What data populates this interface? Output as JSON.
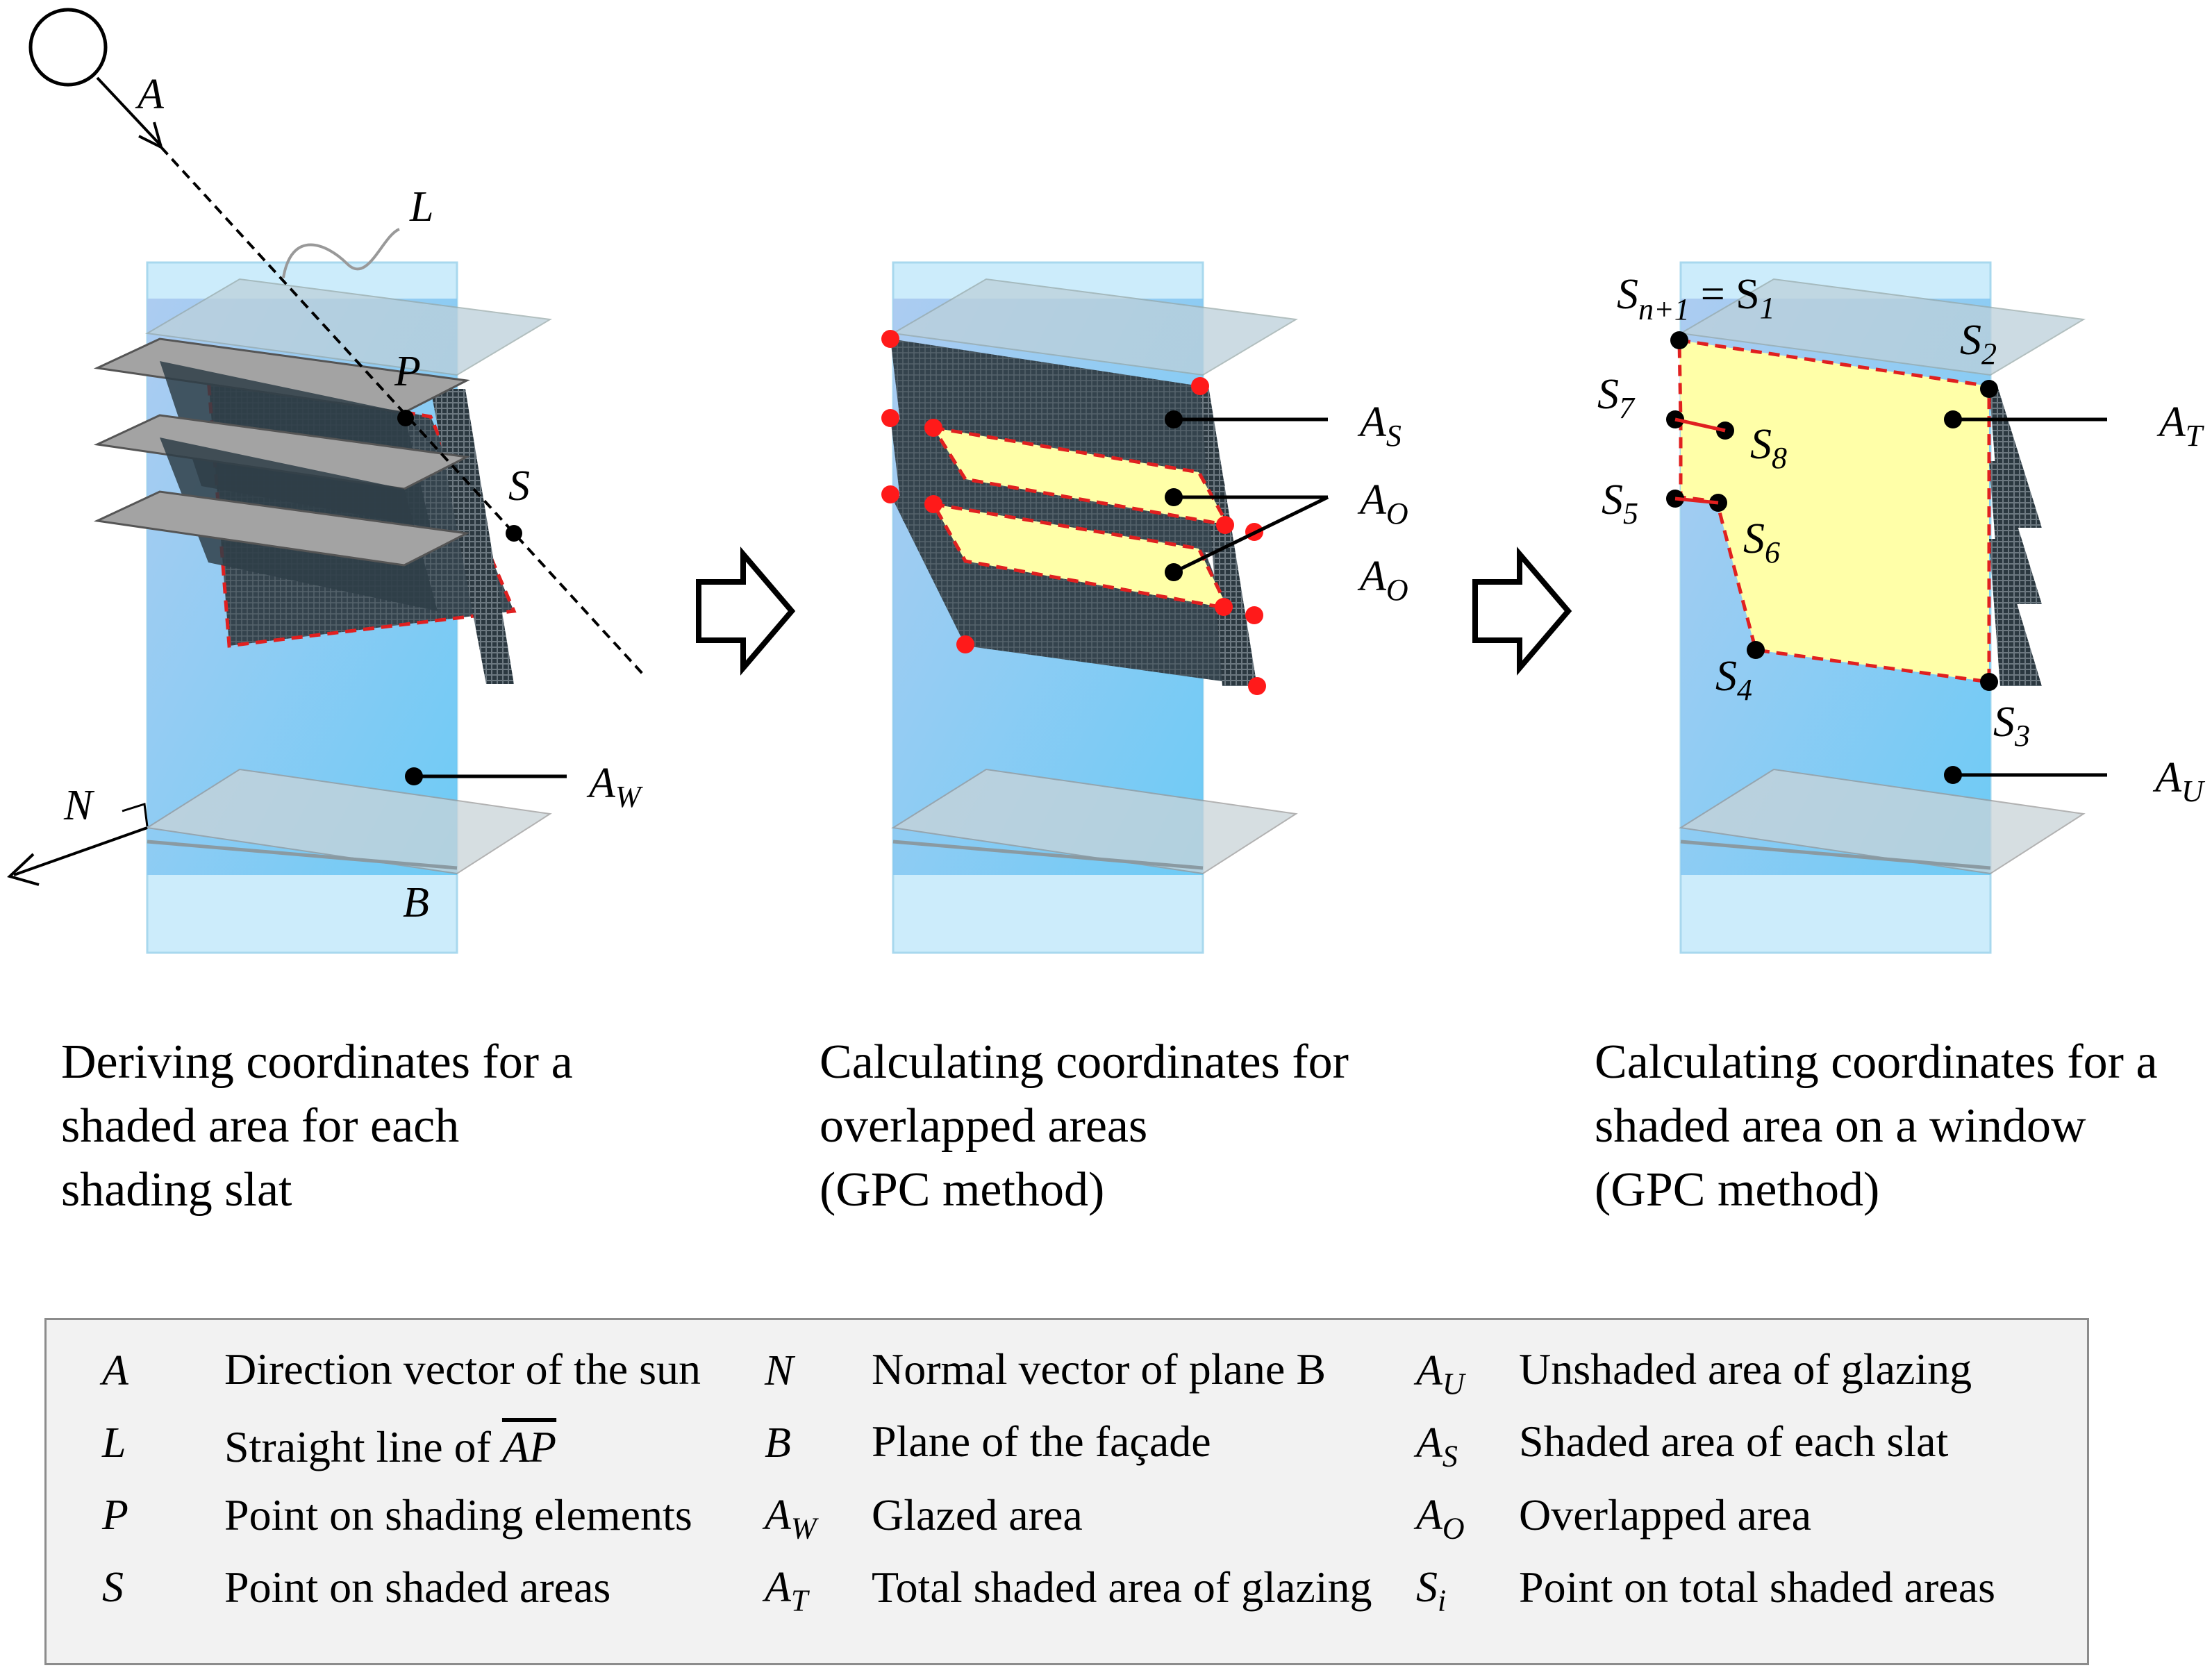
{
  "captions": {
    "panel1": "Deriving coordinates for a\nshaded area for each\nshading slat",
    "panel2": "Calculating coordinates for\noverlapped areas\n(GPC method)",
    "panel3": "Calculating coordinates for a\nshaded area on a window\n(GPC method)"
  },
  "panel1_labels": {
    "A": "A",
    "L": "L",
    "P": "P",
    "S": "S",
    "N": "N",
    "B": "B",
    "AW": "A",
    "AW_sub": "W"
  },
  "panel2_labels": {
    "AS": "A",
    "AS_sub": "S",
    "AO1": "A",
    "AO1_sub": "O",
    "AO2": "A",
    "AO2_sub": "O"
  },
  "panel3_labels": {
    "Sn1": "S",
    "Sn1_sub": "n+1",
    "Sn1_eq": "= S",
    "Sn1_eq_sub": "1",
    "S2": "S",
    "S2_sub": "2",
    "S3": "S",
    "S3_sub": "3",
    "S4": "S",
    "S4_sub": "4",
    "S5": "S",
    "S5_sub": "5",
    "S6": "S",
    "S6_sub": "6",
    "S7": "S",
    "S7_sub": "7",
    "S8": "S",
    "S8_sub": "8",
    "AT": "A",
    "AT_sub": "T",
    "AU": "A",
    "AU_sub": "U"
  },
  "legend": {
    "col1": [
      {
        "sym": "A",
        "sub": "",
        "text": "Direction vector of the sun"
      },
      {
        "sym": "L",
        "sub": "",
        "text": "Straight line of ",
        "text_ov": "AP"
      },
      {
        "sym": "P",
        "sub": "",
        "text": "Point on shading elements"
      },
      {
        "sym": "S",
        "sub": "",
        "text": "Point on shaded areas"
      }
    ],
    "col2": [
      {
        "sym": "N",
        "sub": "",
        "text": "Normal vector of plane B"
      },
      {
        "sym": "B",
        "sub": "",
        "text": "Plane of the façade"
      },
      {
        "sym": "A",
        "sub": "W",
        "text": "Glazed area"
      },
      {
        "sym": "A",
        "sub": "T",
        "text": "Total shaded area of glazing"
      }
    ],
    "col3": [
      {
        "sym": "A",
        "sub": "U",
        "text": "Unshaded area of glazing"
      },
      {
        "sym": "A",
        "sub": "S",
        "text": "Shaded area of each slat"
      },
      {
        "sym": "A",
        "sub": "O",
        "text": "Overlapped area"
      },
      {
        "sym": "S",
        "sub": "i",
        "text": "Point on total shaded areas"
      }
    ]
  },
  "colors": {
    "glass": "#9fd8f5",
    "glass_deep": "#5ec6f5",
    "shade": "#2f3e48",
    "overlap": "#ffffa8",
    "edge_red": "#e02020",
    "dot_red": "#ff1a1a",
    "slat": "#9a9a9a",
    "plane": "#d9d9d9"
  }
}
